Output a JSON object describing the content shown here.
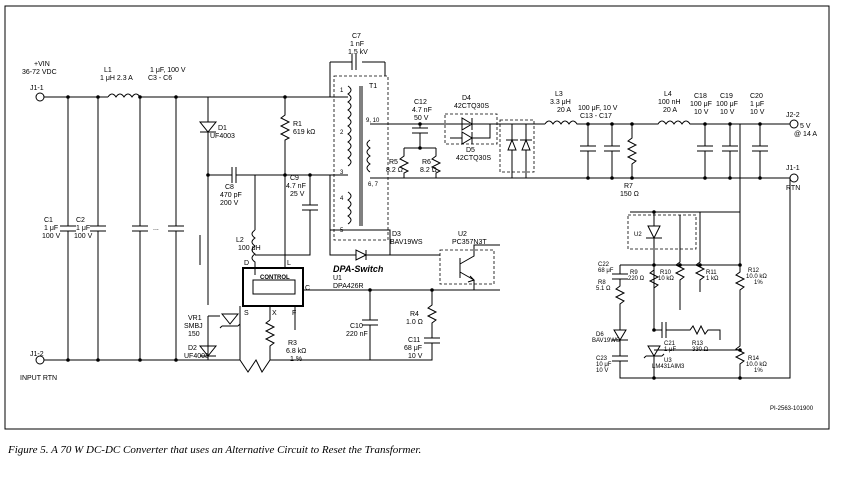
{
  "caption": "Figure 5.  A 70 W DC-DC Converter that uses an Alternative Circuit to Reset the Transformer.",
  "doc_id": "PI-2563-101900",
  "terminals": {
    "vin": "+VIN",
    "vin_range": "36-72 VDC",
    "j1_1": "J1-1",
    "j1_2": "J1-2",
    "input_rtn": "INPUT RTN",
    "j2_2": "J2-2",
    "vout": "5 V",
    "iout": "@ 14 A",
    "j1_1b": "J1-1",
    "rtn": "RTN"
  },
  "parts": {
    "l1": [
      "L1",
      "1 μH 2.3 A"
    ],
    "c3": [
      "1 μF, 100 V",
      "C3 - C6"
    ],
    "c1": [
      "C1",
      "1 μF",
      "100 V"
    ],
    "c2": [
      "C2",
      "1 μF",
      "100 V"
    ],
    "dots": "...",
    "d1": [
      "D1",
      "UF4003"
    ],
    "r1": [
      "R1",
      "619 kΩ"
    ],
    "c8": [
      "C8",
      "470 pF",
      "200 V"
    ],
    "l2": [
      "L2",
      "100 μH"
    ],
    "c9": [
      "C9",
      "4.7 nF",
      "25 V"
    ],
    "c7": [
      "C7",
      "1 nF",
      "1.5 kV"
    ],
    "t1": "T1",
    "pins": [
      "1",
      "2",
      "3",
      "4",
      "5",
      "6, 7",
      "9, 10"
    ],
    "c12": [
      "C12",
      "4.7 nF",
      "50 V"
    ],
    "r5": [
      "R5",
      "8.2 Ω"
    ],
    "r6": [
      "R6",
      "8.2 Ω"
    ],
    "d4": [
      "D4",
      "42CTQ30S"
    ],
    "d5": [
      "D5",
      "42CTQ30S"
    ],
    "l3": [
      "L3",
      "3.3 μH",
      "20 A"
    ],
    "c13": [
      "100 μF, 10 V",
      "C13 - C17"
    ],
    "l4": [
      "L4",
      "100 nH",
      "20 A"
    ],
    "c18": [
      "C18",
      "100 μF",
      "10 V"
    ],
    "c19": [
      "C19",
      "100 μF",
      "10 V"
    ],
    "c20": [
      "C20",
      "1 μF",
      "10 V"
    ],
    "r7": [
      "R7",
      "150 Ω"
    ],
    "d3": [
      "D3",
      "BAV19WS"
    ],
    "u2": [
      "U2",
      "PC357N3T"
    ],
    "dpa": "DPA-Switch",
    "u1": [
      "U1",
      "DPA426R"
    ],
    "control": "CONTROL",
    "ctrl_pins": [
      "D",
      "L",
      "C",
      "S",
      "X",
      "F"
    ],
    "vr1": [
      "VR1",
      "SMBJ",
      "150"
    ],
    "d2": [
      "D2",
      "UF4003"
    ],
    "r3": [
      "R3",
      "6.8 kΩ",
      "1 %"
    ],
    "c10": [
      "C10",
      "220 nF"
    ],
    "r4": [
      "R4",
      "1.0 Ω"
    ],
    "c11": [
      "C11",
      "68 μF",
      "10 V"
    ],
    "c22": [
      "C22",
      "68 μF"
    ],
    "r8": [
      "R8",
      "5.1 Ω"
    ],
    "r9": [
      "R9",
      "220 Ω"
    ],
    "r10": [
      "R10",
      "10 kΩ"
    ],
    "r11": [
      "R11",
      "1 kΩ"
    ],
    "r12": [
      "R12",
      "10.0 kΩ",
      "1%"
    ],
    "d6": [
      "D6",
      "BAV19WS"
    ],
    "c21": [
      "C21",
      "1 μF"
    ],
    "r13": [
      "R13",
      "330 Ω"
    ],
    "c23": [
      "C23",
      "10 μF",
      "10 V"
    ],
    "u3": [
      "U3",
      "LM431AIM3"
    ],
    "r14": [
      "R14",
      "10.0 kΩ",
      "1%"
    ]
  }
}
